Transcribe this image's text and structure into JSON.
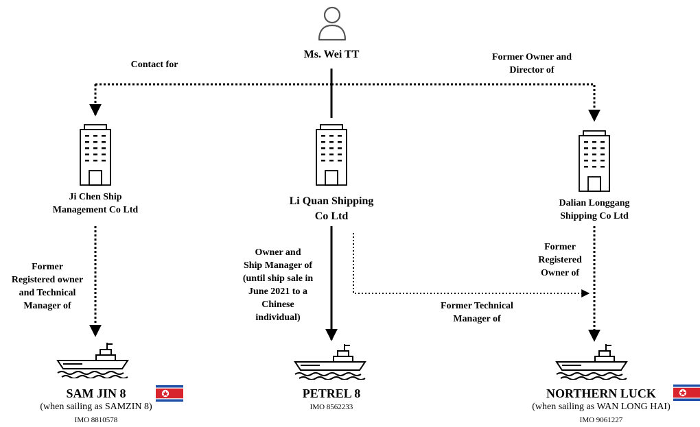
{
  "person": {
    "name": "Ms. Wei TT",
    "icon": "person-icon"
  },
  "companies": {
    "ji_chen": {
      "name_line1": "Ji Chen Ship",
      "name_line2": "Management Co Ltd",
      "icon": "office-building-icon"
    },
    "li_quan": {
      "name_line1": "Li Quan Shipping",
      "name_line2": "Co Ltd",
      "icon": "office-building-icon"
    },
    "dalian": {
      "name_line1": "Dalian Longgang",
      "name_line2": "Shipping Co Ltd",
      "icon": "office-building-icon"
    }
  },
  "relations": {
    "contact_for": "Contact for",
    "former_owner_director": "Former Owner and\nDirector of",
    "ji_chen_to_ship": "Former\nRegistered owner\nand Technical\nManager of",
    "li_quan_to_ship": "Owner and\nShip Manager of\n(until ship sale in\nJune 2021 to a\nChinese\nindividual)",
    "former_technical_manager": "Former Technical\nManager of",
    "dalian_to_ship": "Former\nRegistered\nOwner of"
  },
  "vessels": [
    {
      "name": "SAM JIN 8",
      "note": "(when sailing as SAMZIN 8)",
      "imo": "IMO 8810578",
      "flag": "north-korea-flag-icon",
      "icon": "ship-icon"
    },
    {
      "name": "PETREL 8",
      "note": "",
      "imo": "IMO 8562233",
      "flag": "",
      "icon": "ship-icon"
    },
    {
      "name": "NORTHERN LUCK",
      "note": "(when sailing as WAN LONG HAI)",
      "imo": "IMO 9061227",
      "flag": "north-korea-flag-icon",
      "icon": "ship-icon"
    }
  ],
  "colors": {
    "flag_blue": "#2150a8",
    "flag_red": "#d8242c",
    "flag_white": "#ffffff"
  }
}
